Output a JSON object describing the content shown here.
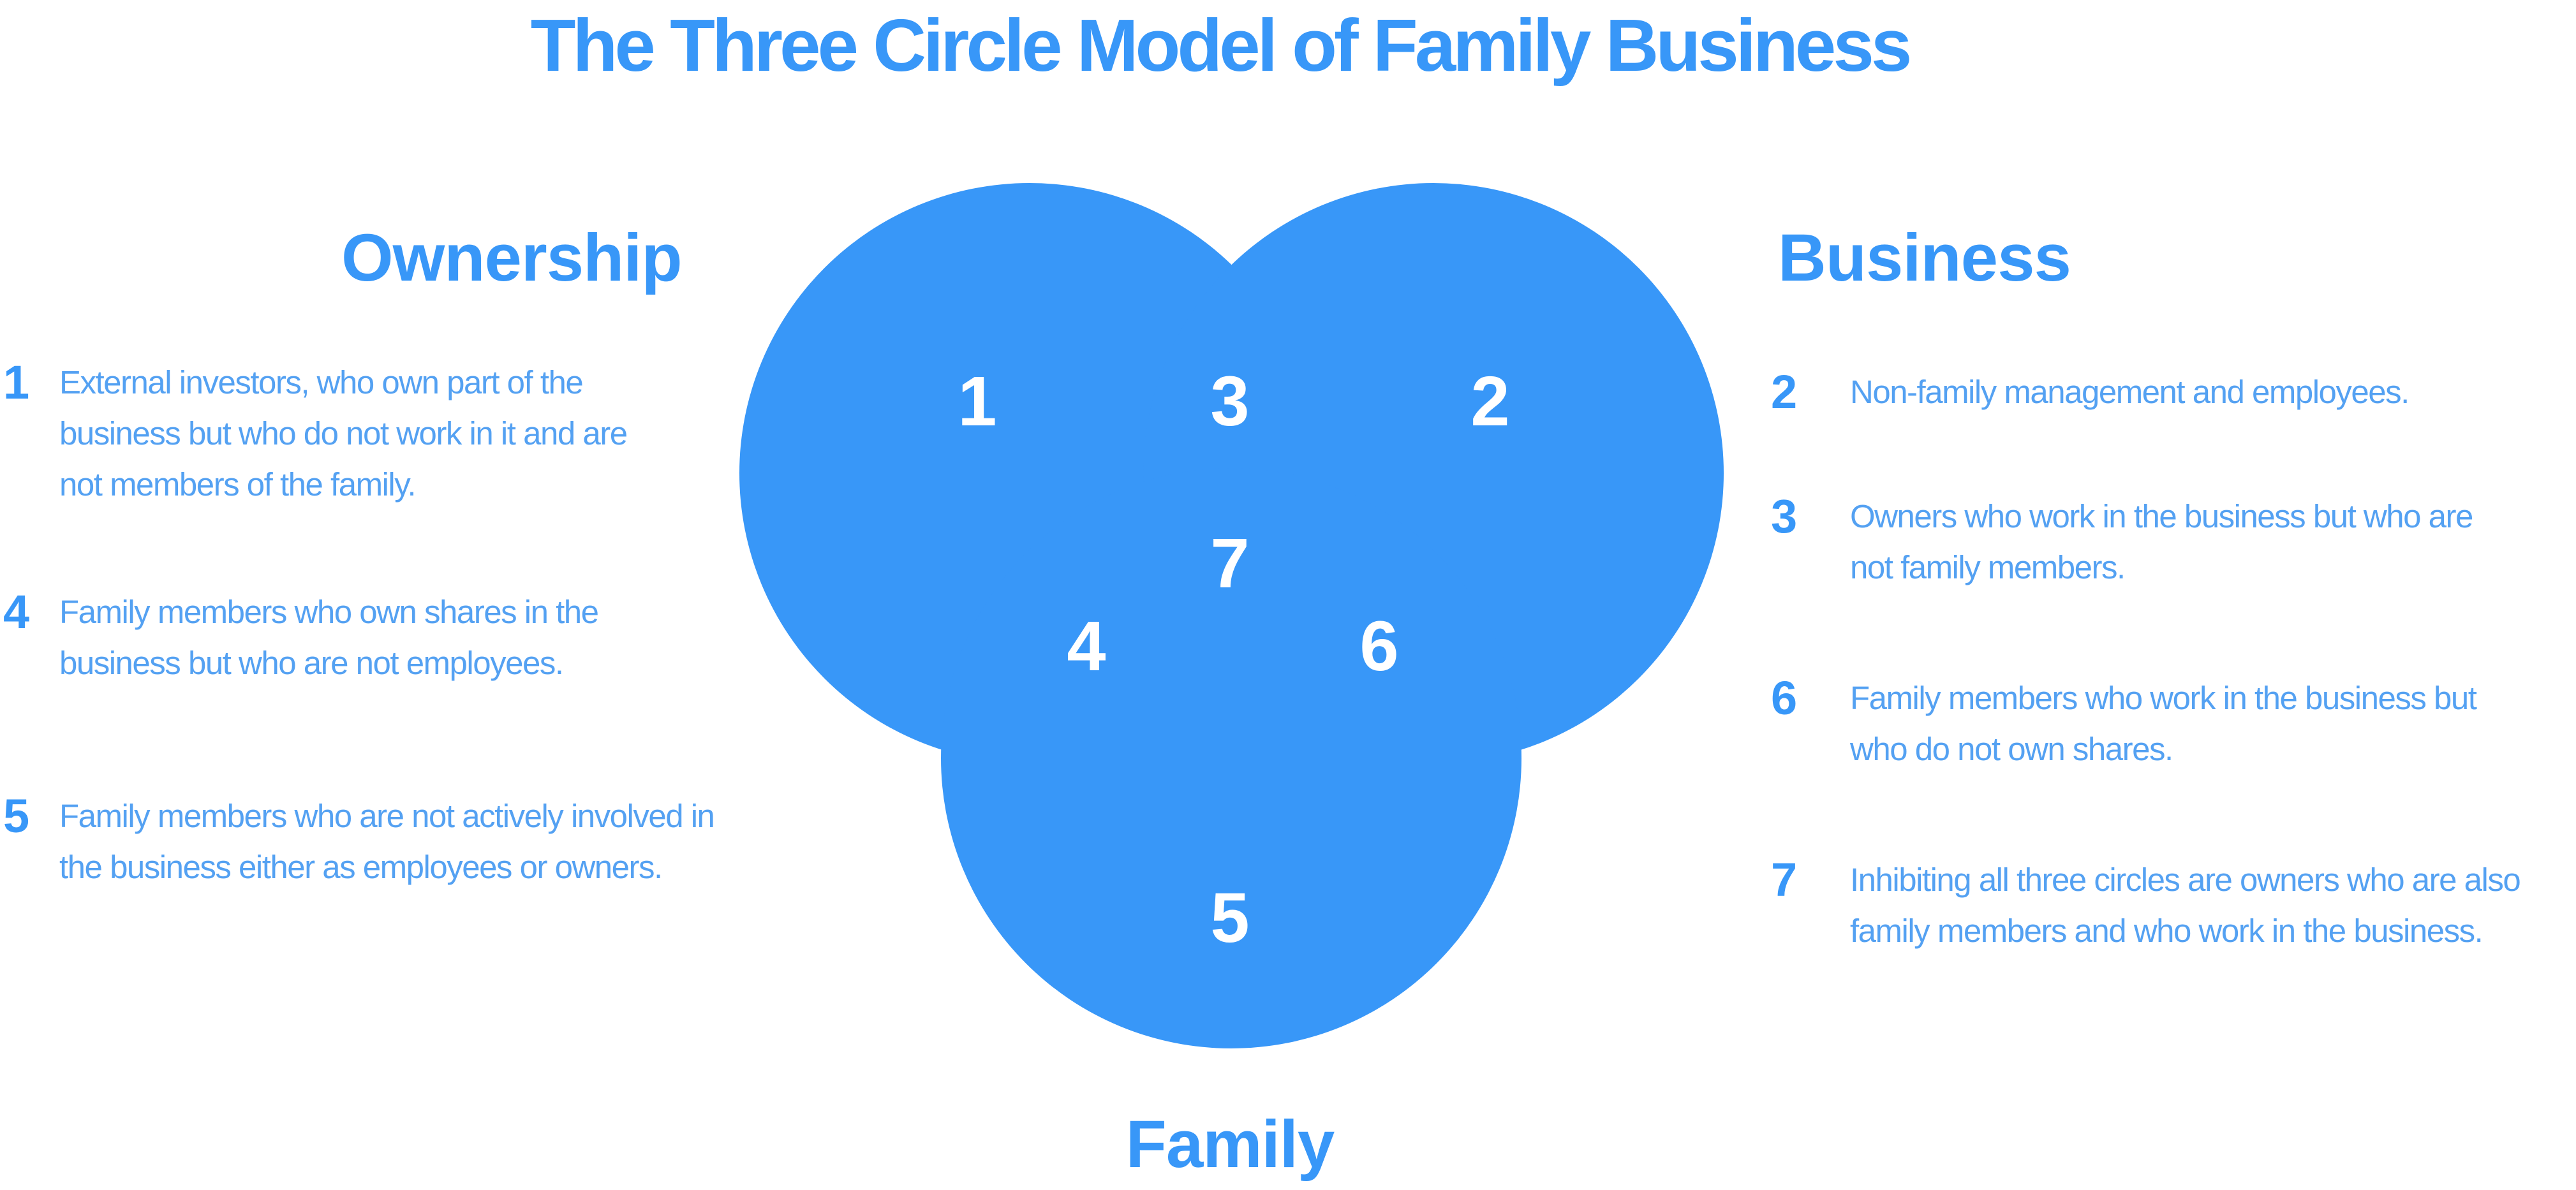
{
  "title": "The Three Circle Model of Family Business",
  "colors": {
    "primary_blue": "#3897f8",
    "body_text_blue": "#54a1f2",
    "region_number_color": "#ffffff",
    "background": "#ffffff"
  },
  "venn": {
    "labels": {
      "ownership": "Ownership",
      "business": "Business",
      "family": "Family"
    },
    "regions": {
      "r1": "1",
      "r2": "2",
      "r3": "3",
      "r4": "4",
      "r5": "5",
      "r6": "6",
      "r7": "7"
    }
  },
  "left_column": {
    "items": [
      {
        "number": "1",
        "text": "External investors, who own part of the\nbusiness but who do not work in it and are\nnot members of the family."
      },
      {
        "number": "4",
        "text": "Family members who own shares in the\nbusiness but who are not employees."
      },
      {
        "number": "5",
        "text": "Family members who are not actively involved in\nthe business either as employees or owners."
      }
    ]
  },
  "right_column": {
    "items": [
      {
        "number": "2",
        "text": "Non-family management and employees."
      },
      {
        "number": "3",
        "text": "Owners who work in the business but who are\nnot family members."
      },
      {
        "number": "6",
        "text": "Family members who work in the business but\nwho do not own shares."
      },
      {
        "number": "7",
        "text": "Inhibiting all three circles are owners who are also\nfamily members and who work in the business."
      }
    ]
  }
}
